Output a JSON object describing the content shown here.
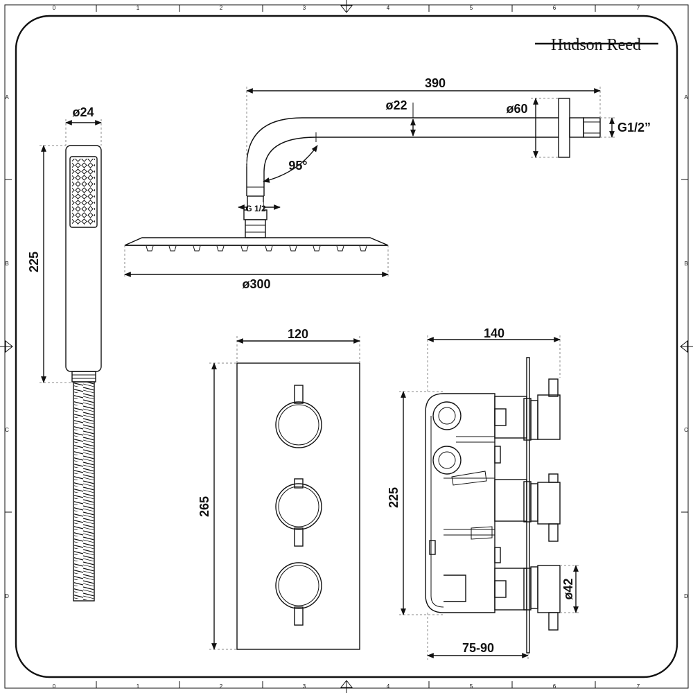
{
  "brand": {
    "name": "Hudson Reed"
  },
  "frame": {
    "columns": [
      "0",
      "1",
      "2",
      "3",
      "4",
      "5",
      "6",
      "7"
    ],
    "rows": [
      "A",
      "B",
      "C",
      "D"
    ]
  },
  "handset": {
    "diameter": "ø24",
    "length": "225"
  },
  "shower_arm": {
    "length": "390",
    "arm_diameter": "ø22",
    "flange_diameter": "ø60",
    "connection": "G1/2”",
    "angle": "95°",
    "head_connection": "G 1/2"
  },
  "shower_head": {
    "diameter": "ø300"
  },
  "valve_front": {
    "width": "120",
    "height": "265"
  },
  "valve_side": {
    "depth": "140",
    "body_height": "225",
    "handle_diameter": "ø42",
    "wall_depth": "75-90"
  }
}
